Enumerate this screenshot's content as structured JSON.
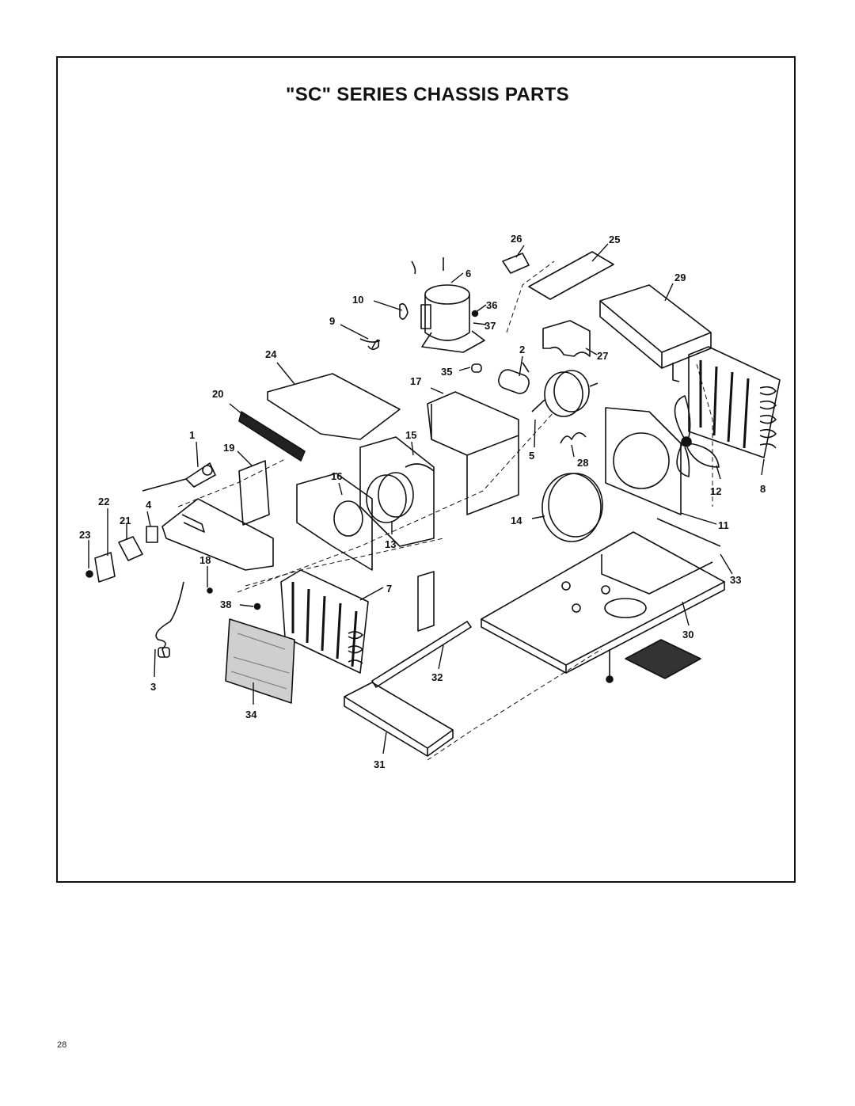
{
  "page": {
    "title": "\"SC\" SERIES CHASSIS PARTS",
    "page_number": "28"
  },
  "callouts": [
    "1",
    "2",
    "3",
    "4",
    "5",
    "6",
    "7",
    "8",
    "9",
    "10",
    "11",
    "12",
    "13",
    "14",
    "15",
    "16",
    "17",
    "18",
    "19",
    "20",
    "21",
    "22",
    "23",
    "24",
    "25",
    "26",
    "27",
    "28",
    "29",
    "30",
    "31",
    "32",
    "33",
    "34",
    "35",
    "36",
    "37",
    "38"
  ]
}
